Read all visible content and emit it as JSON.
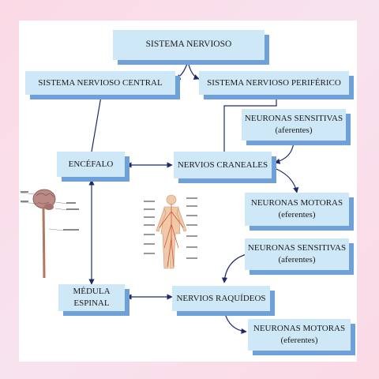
{
  "diagram": {
    "root": "SISTEMA NERVIOSO",
    "central": "SISTEMA NERVIOSO CENTRAL",
    "peripheral": "SISTEMA NERVIOSO PERIFÉRICO",
    "encefalo": "ENCÉFALO",
    "medula": "MÉDULA\nESPINAL",
    "nervios_craneales": "NERVIOS CRANEALES",
    "nervios_raquideos": "NERVIOS RAQUÍDEOS",
    "cranial_sensory": "NEURONAS SENSITIVAS\n(aferentes)",
    "cranial_motor": "NEURONAS MOTORAS\n(eferentes)",
    "spinal_sensory": "NEURONAS SENSITIVAS\n(aferentes)",
    "spinal_motor": "NEURONAS MOTORAS\n(eferentes)"
  },
  "colors": {
    "box_fill": "#cfe8f7",
    "box_shadow": "#6fa0d8",
    "arrow": "#1c2a6b",
    "background": "#fbd9e6"
  },
  "illustrations": {
    "brain_spine": "brain-and-spinal-cord-illustration",
    "body_nerves": "human-body-nerves-illustration"
  }
}
